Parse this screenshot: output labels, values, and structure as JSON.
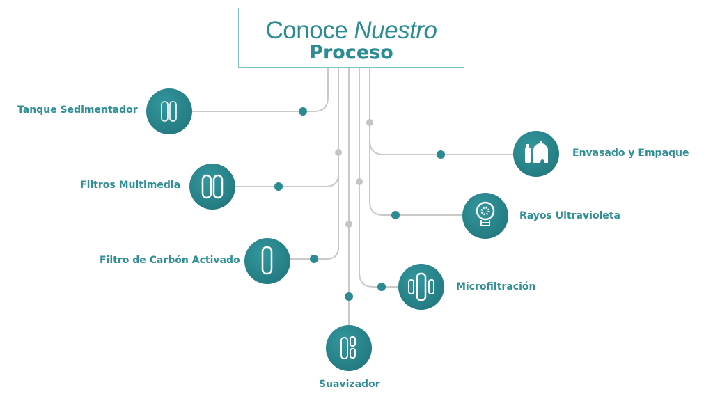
{
  "title": {
    "line1_regular": "Conoce",
    "line1_italic": "Nuestro",
    "line2": "Proceso"
  },
  "steps": [
    {
      "label": "Tanque Sedimentador",
      "icon": "twin-tank-icon"
    },
    {
      "label": "Filtros Multimedia",
      "icon": "twin-filter-icon"
    },
    {
      "label": "Filtro de Carbón Activado",
      "icon": "single-filter-icon"
    },
    {
      "label": "Suavizador",
      "icon": "softener-icon"
    },
    {
      "label": "Microfiltración",
      "icon": "microfilter-icon"
    },
    {
      "label": "Rayos Ultravioleta",
      "icon": "uv-bulb-icon"
    },
    {
      "label": "Envasado y Empaque",
      "icon": "bottles-icon"
    }
  ],
  "colors": {
    "teal": "#2a8b92",
    "line": "#c9c9c9",
    "node": "#c4c4c4"
  }
}
